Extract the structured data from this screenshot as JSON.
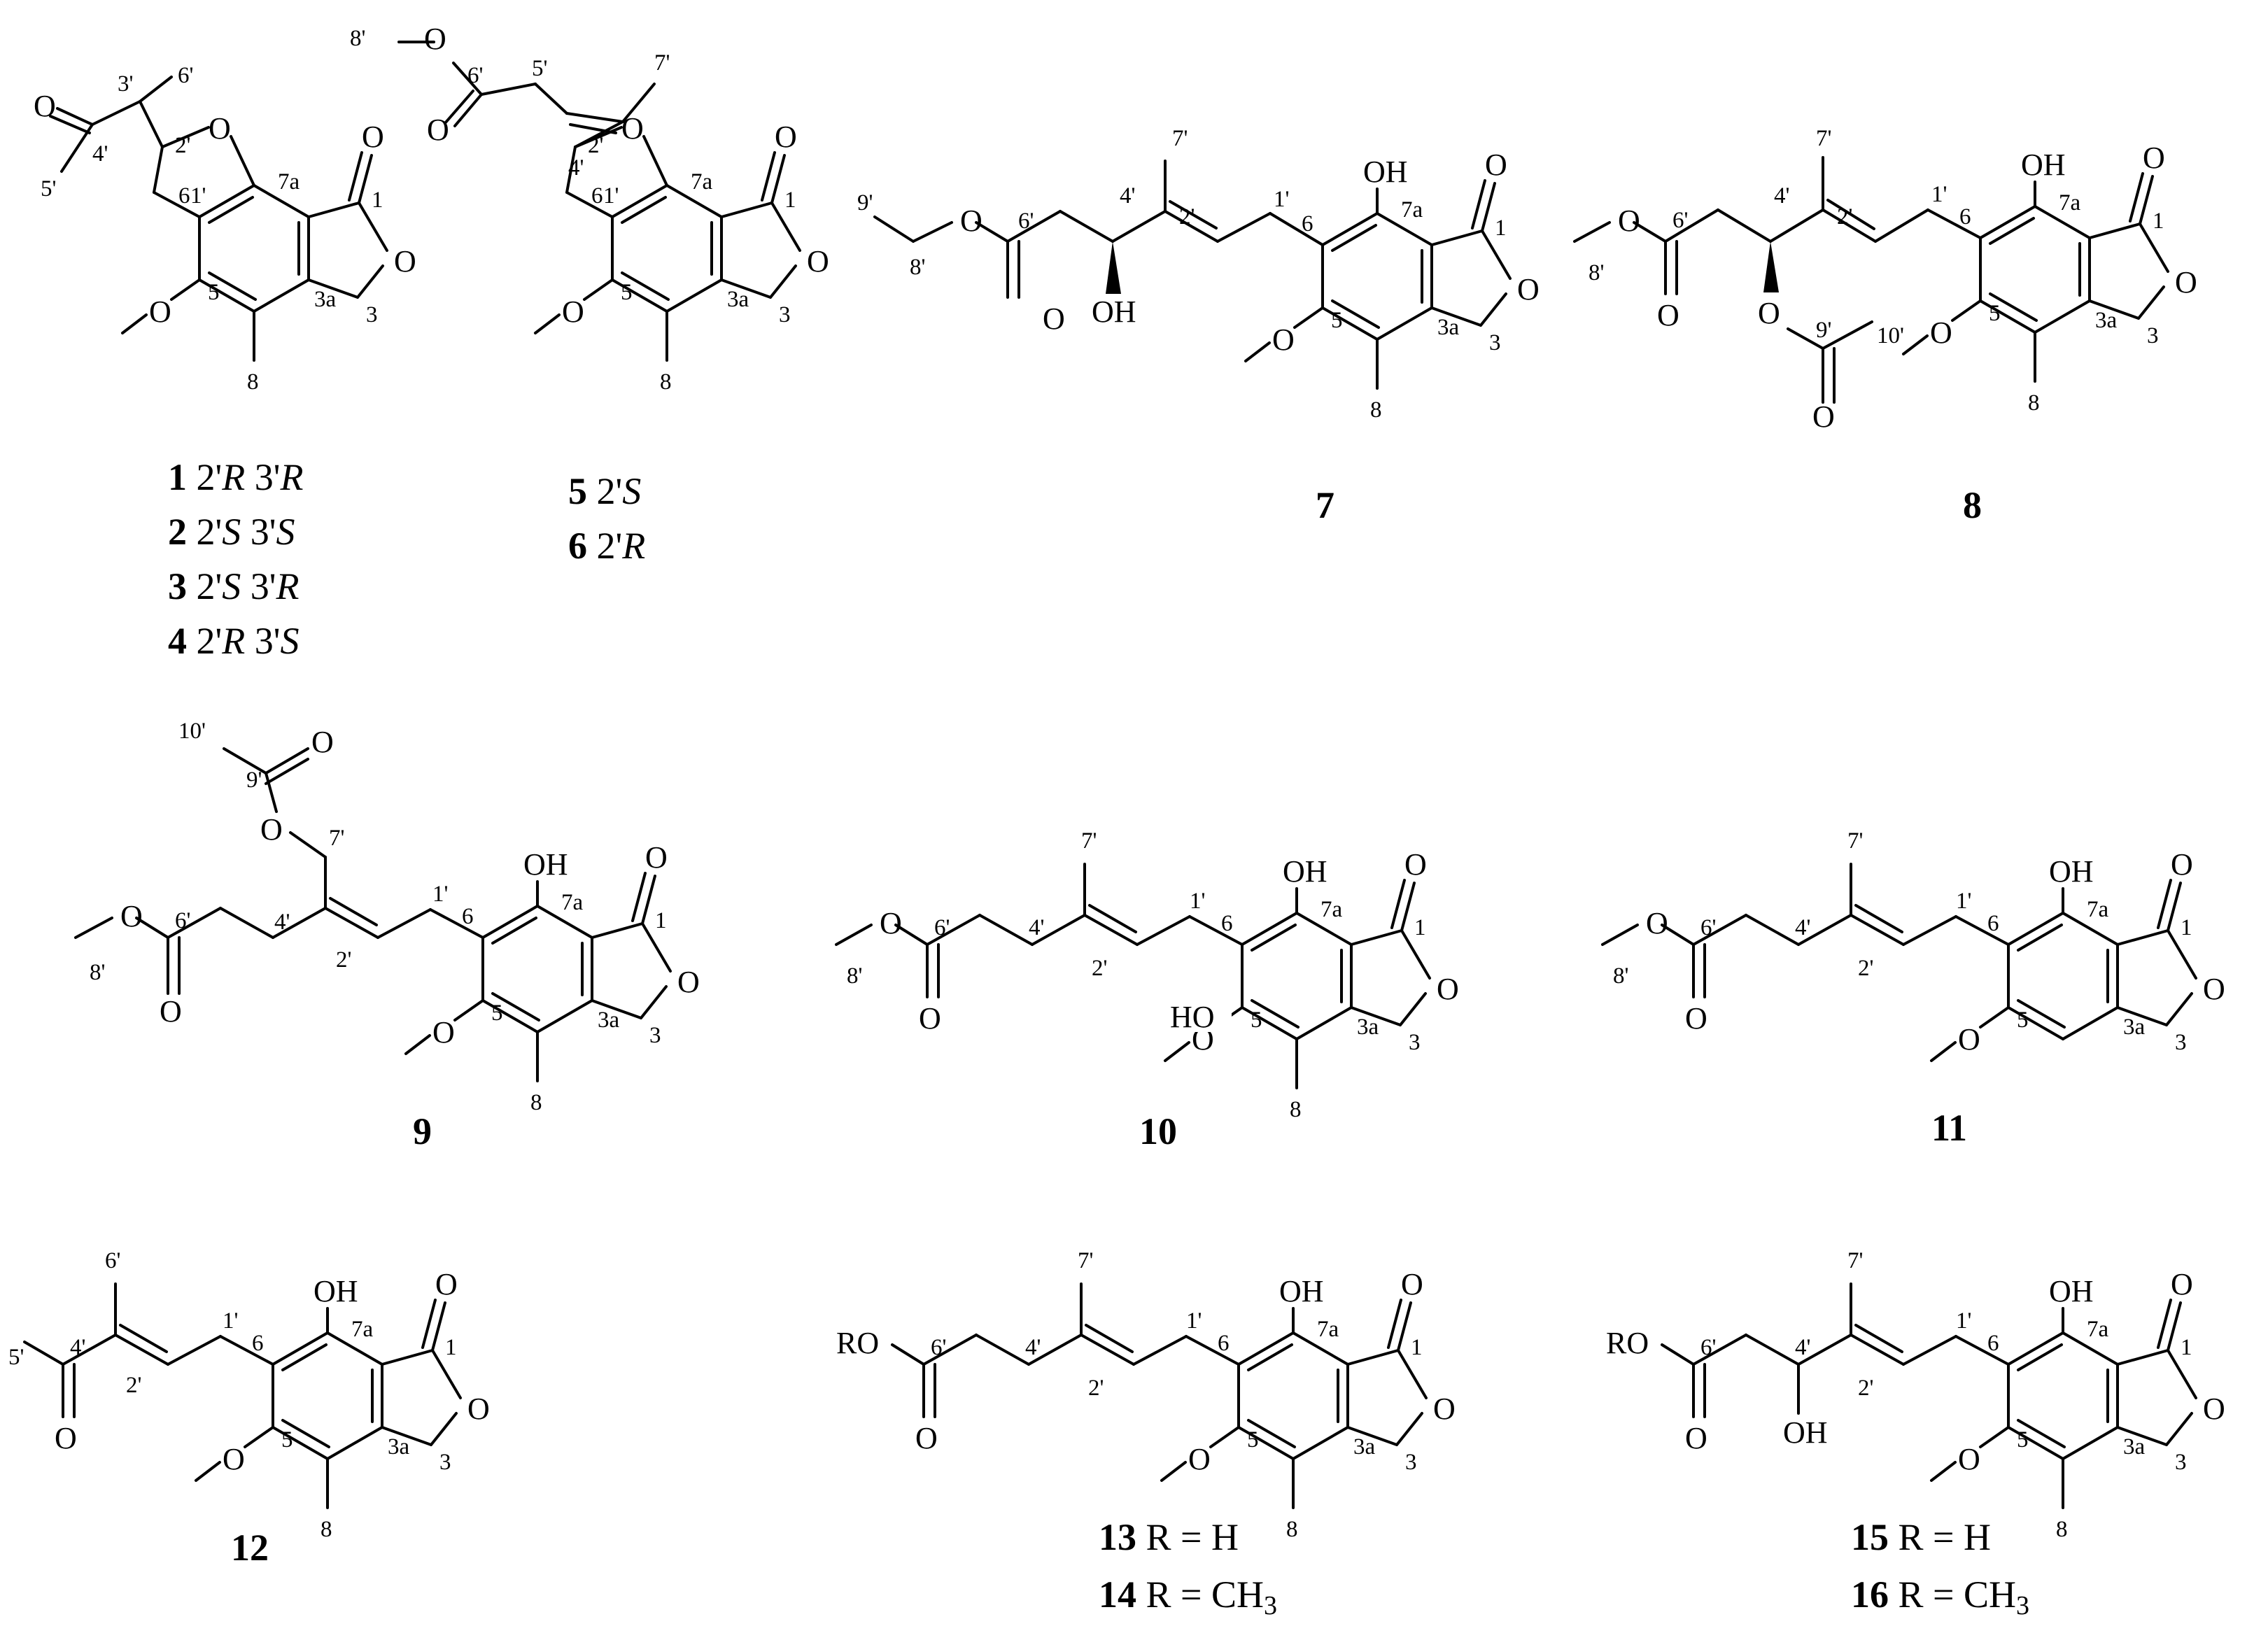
{
  "figure": {
    "compounds": [
      {
        "id": "1",
        "labels": [
          "1",
          "2",
          "3",
          "4"
        ],
        "stereo": [
          "2'R 3'R",
          "2'S 3'S",
          "2'S 3'R",
          "2'R 3'S"
        ]
      },
      {
        "id": "5",
        "labels": [
          "5",
          "6"
        ],
        "stereo": [
          "2'S",
          "2'R"
        ]
      },
      {
        "id": "7",
        "labels": [
          "7"
        ]
      },
      {
        "id": "8",
        "labels": [
          "8"
        ]
      },
      {
        "id": "9",
        "labels": [
          "9"
        ]
      },
      {
        "id": "10",
        "labels": [
          "10"
        ]
      },
      {
        "id": "11",
        "labels": [
          "11"
        ]
      },
      {
        "id": "12",
        "labels": [
          "12"
        ]
      },
      {
        "id": "13",
        "labels": [
          "13",
          "14"
        ],
        "r_groups": [
          "R = H",
          "R = CH3"
        ]
      },
      {
        "id": "15",
        "labels": [
          "15",
          "16"
        ],
        "r_groups": [
          "R = H",
          "R = CH3"
        ]
      }
    ],
    "atoms": {
      "O": "O",
      "OH": "OH",
      "HO": "HO",
      "RO": "RO"
    },
    "color": "#000000"
  }
}
